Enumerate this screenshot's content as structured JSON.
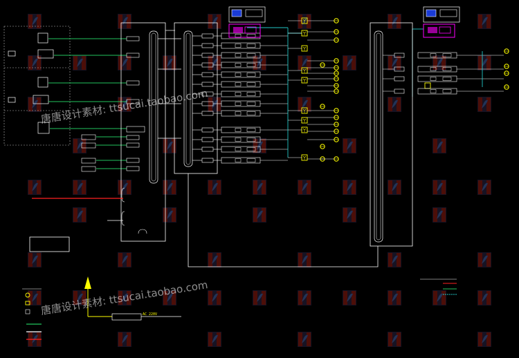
{
  "watermark": {
    "text_top": "唐唐设计素材: ttsucai.taobao.com",
    "text_bottom": "唐唐设计素材: ttsucai.taobao.com"
  },
  "power": {
    "voltage": "AC 220V"
  },
  "colors": {
    "background": "#000000",
    "line": "#ffffff",
    "green": "#22c55e",
    "red": "#ff2020",
    "cyan": "#22c9c9",
    "magenta": "#ff00ff",
    "yellow": "#ffff00",
    "tile_dark": "#2a2440",
    "tile_red": "#8b1a10"
  },
  "icons": [
    "logo-tile",
    "camera-icon",
    "monitor-icon",
    "video-recorder-icon",
    "antenna-icon"
  ]
}
